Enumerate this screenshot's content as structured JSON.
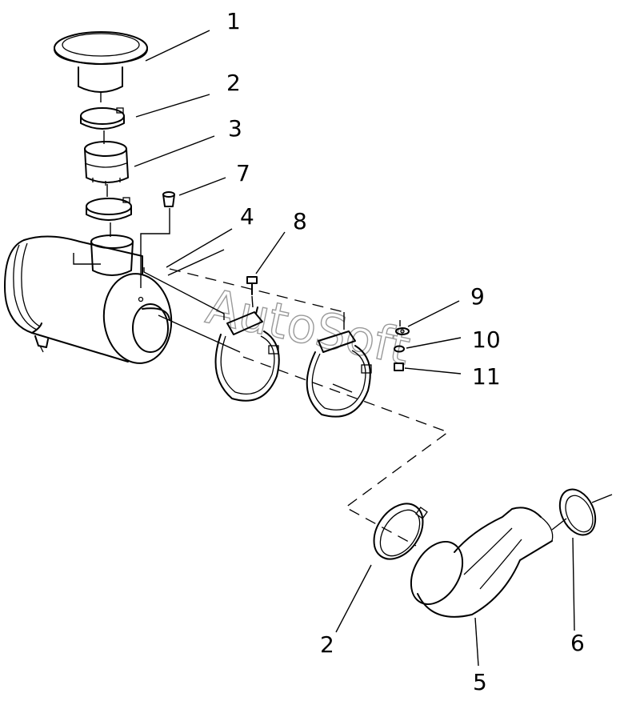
{
  "callouts": {
    "c1": "1",
    "c2a": "2",
    "c3": "3",
    "c7": "7",
    "c4": "4",
    "c8": "8",
    "c9": "9",
    "c10": "10",
    "c11": "11",
    "c2b": "2",
    "c5": "5",
    "c6": "6"
  },
  "watermark": "AutoSoft"
}
